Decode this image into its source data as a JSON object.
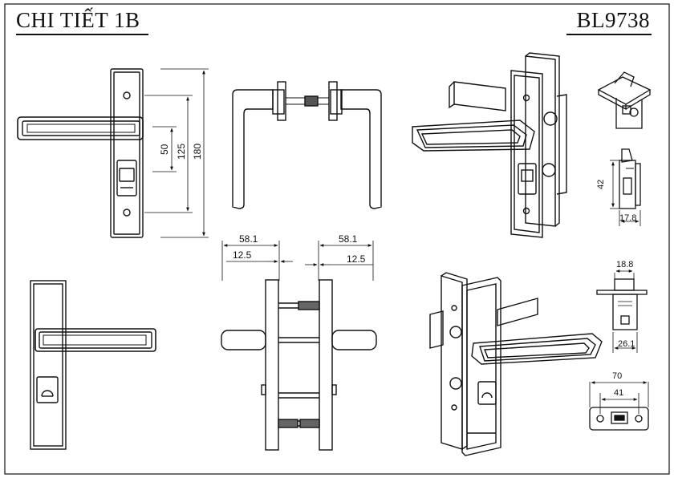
{
  "header": {
    "title": "CHI TIẾT 1B",
    "model": "BL9738"
  },
  "dimensions": {
    "front_view": {
      "d1": "50",
      "d2": "125",
      "d3": "180"
    },
    "side_view": {
      "left_total": "58.1",
      "left_part": "12.5",
      "right_total": "58.1",
      "right_part": "12.5"
    },
    "latch_side": {
      "height": "42",
      "depth": "17.8"
    },
    "latch_top": {
      "width": "18.8",
      "depth": "26.1"
    },
    "strike": {
      "width": "70",
      "hole_spacing": "41"
    }
  },
  "colors": {
    "line": "#111111",
    "background": "#ffffff"
  }
}
